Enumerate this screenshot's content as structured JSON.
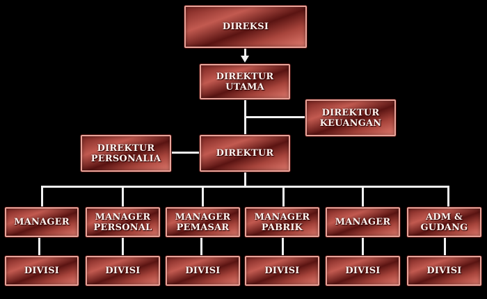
{
  "colors": {
    "background": "#000000",
    "box_fill": "#a8453c",
    "box_border": "#e8a49a",
    "connector": "#f2f2f2",
    "text": "#fff4f0"
  },
  "chart": {
    "top": {
      "label": "DIREKSI"
    },
    "ceo": {
      "label": "DIREKTUR\nUTAMA"
    },
    "finance": {
      "label": "DIREKTUR\nKEUANGAN"
    },
    "personnel": {
      "label": "DIREKTUR\nPERSONALIA"
    },
    "director": {
      "label": "DIREKTUR"
    },
    "managers": [
      {
        "label": "MANAGER"
      },
      {
        "label": "MANAGER\nPERSONAL"
      },
      {
        "label": "MANAGER\nPEMASAR"
      },
      {
        "label": "MANAGER\nPABRIK"
      },
      {
        "label": "MANAGER"
      },
      {
        "label": "ADM &\nGUDANG"
      }
    ],
    "divisions": [
      {
        "label": "DIVISI"
      },
      {
        "label": "DIVISI"
      },
      {
        "label": "DIVISI"
      },
      {
        "label": "DIVISI"
      },
      {
        "label": "DIVISI"
      },
      {
        "label": "DIVISI"
      }
    ]
  }
}
